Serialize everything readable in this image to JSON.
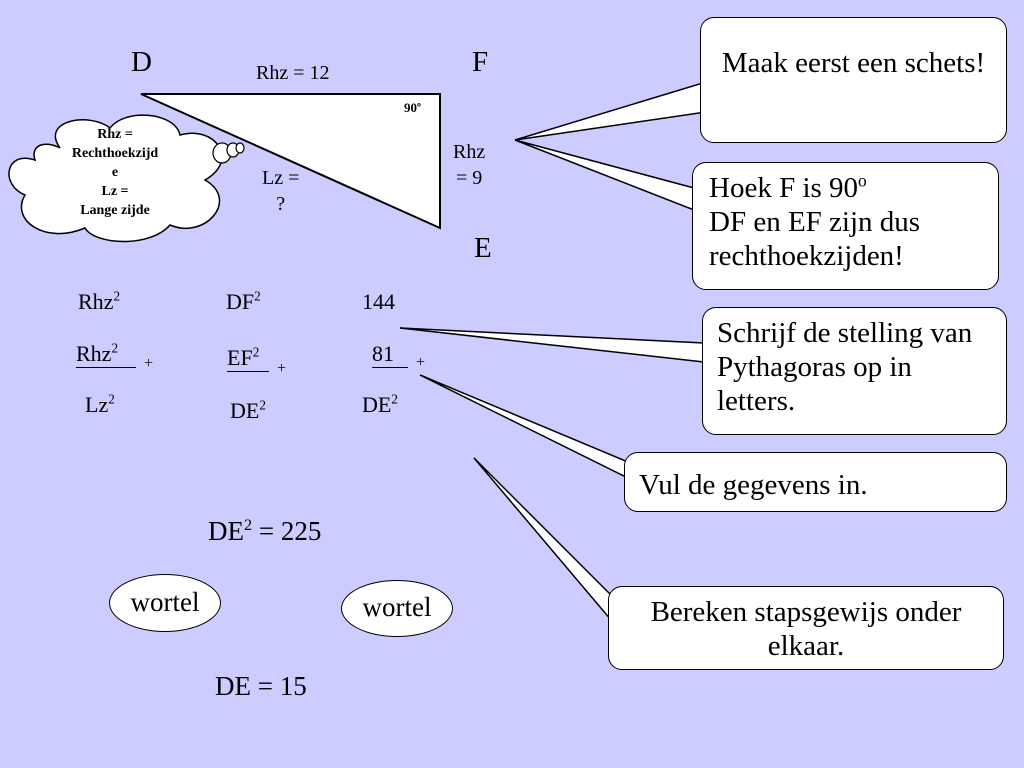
{
  "triangle": {
    "vertex_d": "D",
    "vertex_f": "F",
    "vertex_e": "E",
    "side_df": "Rhz = 12",
    "side_ef_line1": "Rhz",
    "side_ef_line2": "= 9",
    "side_de_line1": "Lz =",
    "side_de_line2": "?",
    "angle_f": "90",
    "angle_f_sup": "o"
  },
  "cloud": {
    "line1": "Rhz =",
    "line2": "Rechthoekzijd",
    "line3": "e",
    "line4": "Lz =",
    "line5": "Lange zijde"
  },
  "callouts": {
    "c1": "Maak eerst een schets!",
    "c2_line1": "Hoek F is 90",
    "c2_sup": "o",
    "c2_line2": "DF en EF zijn dus",
    "c2_line3": "rechthoekzijden!",
    "c3": "Schrijf de stelling van Pythagoras op in letters.",
    "c4": "Vul de gegevens in.",
    "c5": "Bereken stapsgewijs onder elkaar."
  },
  "formula": {
    "col1_row1": "Rhz",
    "col1_row2": "Rhz",
    "col1_row3": "Lz",
    "col2_row1": "DF",
    "col2_row2": "EF",
    "col2_row3": "DE",
    "col3_row1": "144",
    "col3_row2": "81",
    "col3_row3": "DE",
    "exp": "2",
    "plus": "+"
  },
  "result": {
    "de_sq_label": "DE",
    "de_sq_value": "=  225",
    "wortel_left": "wortel",
    "wortel_right": "wortel",
    "de_label": "DE",
    "de_value": "=  15"
  }
}
